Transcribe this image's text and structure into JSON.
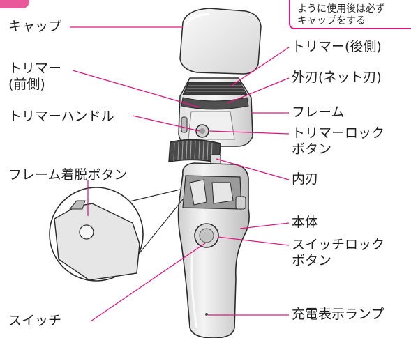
{
  "labels": {
    "cap": "キャップ",
    "trimmer_front": [
      "トリマー",
      "(前側)"
    ],
    "trimmer_handle": "トリマーハンドル",
    "frame_release_button": "フレーム着脱ボタン",
    "switch": "スイッチ",
    "trimmer_rear": "トリマー(後側)",
    "outer_blade": "外刃(ネット刃)",
    "frame": "フレーム",
    "trimmer_lock_button": [
      "トリマーロック",
      "ボタン"
    ],
    "inner_blade": "内刃",
    "body": "本体",
    "switch_lock_button": [
      "スイッチロック",
      "ボタン"
    ],
    "charge_lamp": "充電表示ランプ"
  },
  "note": [
    "ように使用後は必ず",
    "キャップをする"
  ],
  "colors": {
    "leader": "#e0177f",
    "accent_tab": "#e8589a",
    "outline": "#2b2b2b",
    "fill_light": "#f2f2f2",
    "fill_mid": "#d9d9d9",
    "fill_dark": "#6e6e6e"
  }
}
